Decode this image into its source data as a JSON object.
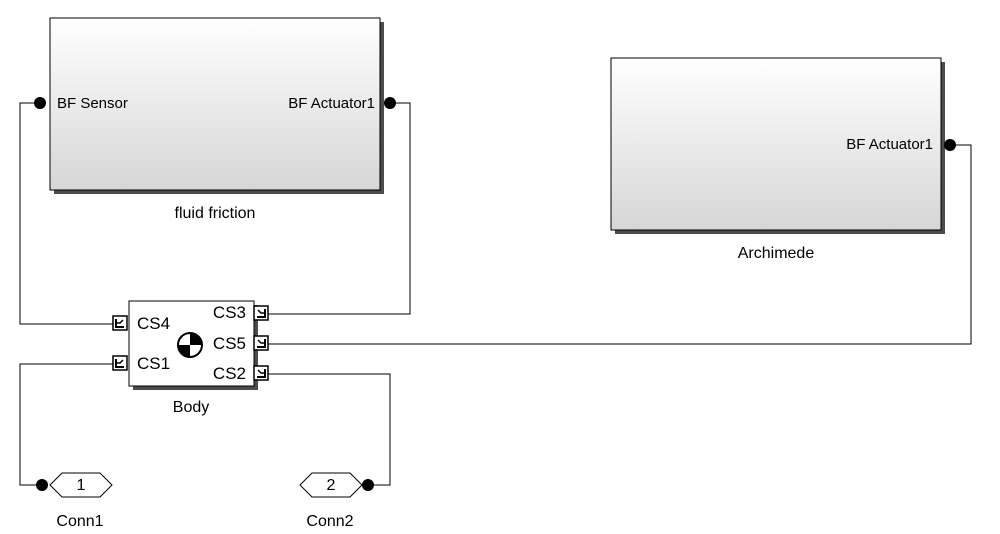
{
  "blocks": {
    "fluid_friction": {
      "name": "fluid friction",
      "port_left": "BF Sensor",
      "port_right": "BF Actuator1"
    },
    "archimede": {
      "name": "Archimede",
      "port_right": "BF Actuator1"
    },
    "body": {
      "name": "Body",
      "ports": [
        "CS4",
        "CS1",
        "CS3",
        "CS5",
        "CS2"
      ]
    },
    "conn1": {
      "name": "Conn1",
      "number": "1"
    },
    "conn2": {
      "name": "Conn2",
      "number": "2"
    }
  },
  "colors": {
    "block_top": "#ffffff",
    "block_bottom": "#d9d9d9",
    "line": "#000000"
  },
  "icons": [
    "port-dot-icon",
    "frame-port-icon",
    "center-of-mass-icon"
  ]
}
